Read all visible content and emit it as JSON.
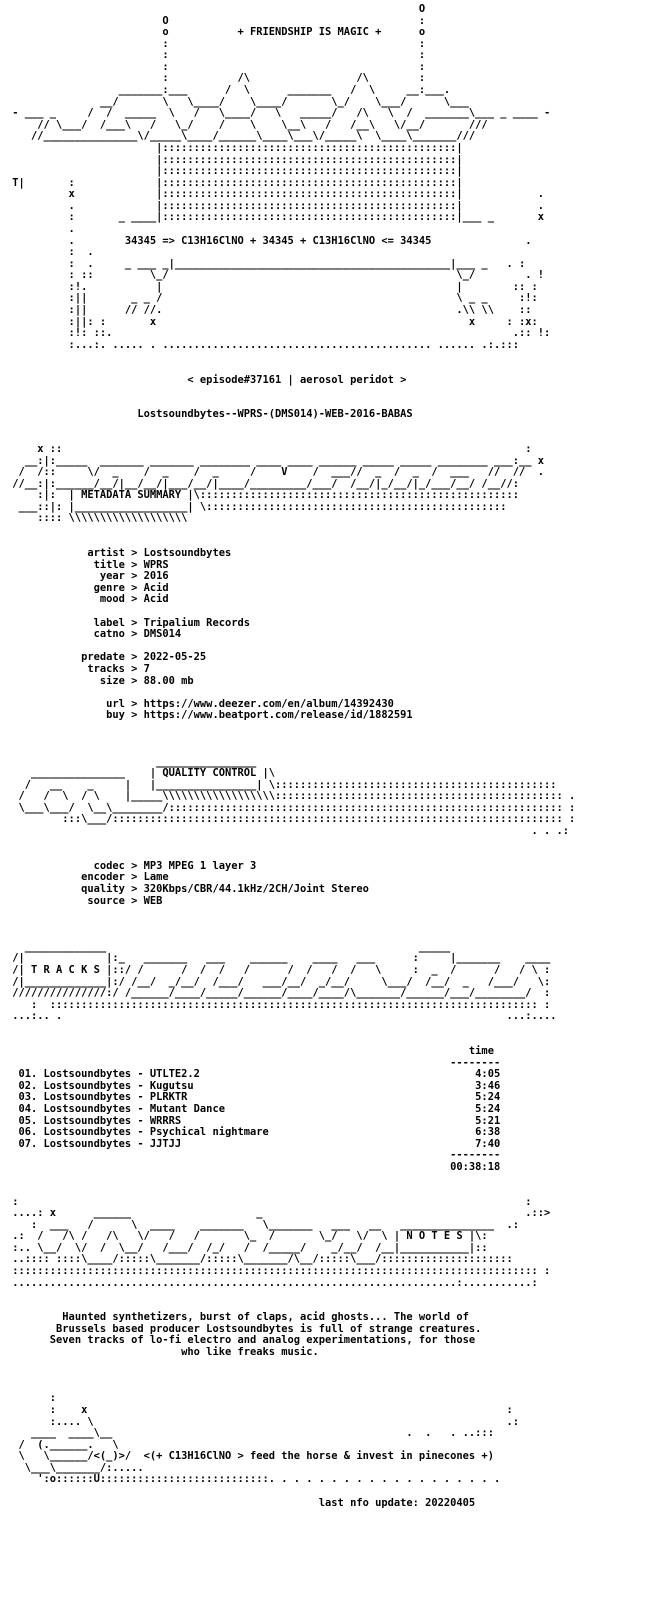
{
  "nfo": {
    "lines": [
      "                                                                  O",
      "                         O                                        :",
      "                         o           + FRIENDSHIP IS MAGIC +      o",
      "                         :                                        :",
      "                         :                                        :",
      "                         :                                        :",
      "                         :           /\\                 /\\        :",
      "                  _______:___      /  \\      _______   /  \\     __:___.",
      "               __/       \\   \\____/    \\____/       \\_/    \\___/      \\___",
      " - ___ _     /  /  _____  \\   /   \\____/   \\   _____/   /\\   \\  /  _______\\___ _ ____ -",
      "     // \\___/  /___\\   /   \\_/    /    \\    \\__\\   /   /__\\   \\/__/       ///",
      "    //_______________\\/_____\\____/______\\____\\___\\/_____\\  \\____\\_______///",
      "                        |:::::::::::::::::::::::::::::::::::::::::::::::|",
      "                        |:::::::::::::::::::::::::::::::::::::::::::::::|",
      "                        |:::::::::::::::::::::::::::::::::::::::::::::::|",
      " T|       :             |:::::::::::::::::::::::::::::::::::::::::::::::|",
      "          x             |:::::::::::::::::::::::::::::::::::::::::::::::|            .",
      "          .             |:::::::::::::::::::::::::::::::::::::::::::::::|            .",
      "          :       _ ____|:::::::::::::::::::::::::::::::::::::::::::::::|___ _       x",
      "          .",
      "          .        34345 => C13H16ClNO + 34345 + C13H16ClNO <= 34345               .",
      "          :  .",
      "          :  .     _ ___ _|____________________________________________|___ _   . :",
      "          : ::         \\_/                                              \\_/        . !",
      "          :!.           |                                               |        :: :",
      "          :||       _ _ /                                               \\ _ _     :!:",
      "          :||      // //.                                               .\\\\ \\\\    ::",
      "          :||: :       x                                                  x     : :x:",
      "          :!: ::.                                                                .:: !:",
      "          :...:. ..... . ........................................... ...... .:.:::",
      "",
      "",
      "                             < episode#37161 | aerosol peridot >",
      "",
      "",
      "                     Lostsoundbytes--WPRS-(DMS014)-WEB-2016-BABAS",
      "",
      "",
      "     x ::                                                                          :",
      "   __:|:_____  _______ _______ ________ ____ ____ ______ _____ _____ ________ ___:__ x",
      "  /  /::     \\/  _    /  _    /  _     /    V    /  ___//  _  /  _  /  ___   //  //  .",
      " //__:|:______/__/|__/__/|___/__/|____/_________/___/  /__/|_/__/|_/___/__/ /__//:",
      "     :|:  | METADATA SUMMARY |\\:::::::::::::::::::::::::::::::::::::::::::::::::::",
      "  ___::|: |__________________| \\::::::::::::::::::::::::::::::::::::::::::::::::",
      "     :::: \\\\\\\\\\\\\\\\\\\\\\\\\\\\\\\\\\\\\\",
      "",
      "",
      "             artist > Lostsoundbytes",
      "              title > WPRS",
      "               year > 2016",
      "              genre > Acid",
      "               mood > Acid",
      "",
      "              label > Tripalium Records",
      "              catno > DMS014",
      "",
      "            predate > 2022-05-25",
      "             tracks > 7",
      "               size > 88.00 mb",
      "",
      "                url > https://www.deezer.com/en/album/14392430",
      "                buy > https://www.beatport.com/release/id/1882591",
      "",
      "",
      "",
      "                        ________________",
      "    _______________    | QUALITY CONTROL |\\",
      "   /   __    _     |   |________________| \\:::::::::::::::::::::::::::::::::::::::::::::",
      "  /   /  \\  / \\    |_____\\\\\\\\\\\\\\\\\\\\\\\\\\\\\\\\\\\\:::::::::::::::::::::::::::::::::::::::::::::: .",
      "  \\___\\___/  \\__\\________/::::::::::::::::::::::::::::::::::::::::::::::::::::::::::::::: :",
      "         :::\\___/:::::::::::::::::::::::::::::::::::::::::::::::::::::::::::::::::::::::: :",
      "                                                                                    . . .:",
      "",
      "",
      "              codec > MP3 MPEG 1 layer 3",
      "            encoder > Lame",
      "            quality > 320Kbps/CBR/44.1kHz/2CH/Joint Stereo",
      "             source > WEB",
      "",
      "",
      "",
      "   _____________                                                  _____",
      " /|             |:_   _______   ___    ______    ____   ___      :     |_______    ____",
      " /| T R A C K S |::/ /      /  /  /   /      /  /   /  /   \\     :  _  /      /   / \\ :",
      " /|_____________|:/ /__/  _/__/  /___/   ___/__/  _/__/     \\___/  /__/  _   /___/   \\:",
      " ///////////////:/ /______/____/_____/______/____/____/\\_______/______/___/________/  :",
      "    :  :::::::::::::::::::::::::::::::::::::::::::::::::::::::::::::::::::::::::::::: :",
      " ...:.. .                                                                       ...:....",
      "",
      "",
      "                                                                          time",
      "                                                                       --------",
      "  01. Lostsoundbytes - UTLTE2.2                                            4:05",
      "  02. Lostsoundbytes - Kugutsu                                             3:46",
      "  03. Lostsoundbytes - PLRKTR                                              5:24",
      "  04. Lostsoundbytes - Mutant Dance                                        5:24",
      "  05. Lostsoundbytes - WRRRS                                               5:21",
      "  06. Lostsoundbytes - Psychical nightmare                                 6:38",
      "  07. Lostsoundbytes - JJTJJ                                               7:40",
      "                                                                       --------",
      "                                                                       00:38:18",
      "",
      "",
      " :                                                                                 :",
      " ....: x      ______                    _                                          .::>",
      "    :  ___   /      \\  ____    _______   \\_______   ___   __   _______________  .:",
      " .:  /   /\\ /   /\\   \\/   /   /       \\_  /       \\_/   \\/  \\ | N O T E S |\\:",
      " :.. \\__/  \\/  /  \\__/   /___/  /_/   /  /_____/    _/__/  /__|___________|::",
      " ..:::: ::::\\____/:::::\\_______/:::::\\_______/\\__/:::::\\___/:::::::::::::::::::::",
      " :::::::::::::::::::::::::::::::::::::::::::::::::::::::::::::::::::::::::::::::::::: :",
      " .......................................................................:...........:",
      "",
      "",
      "         Haunted synthetizers, burst of claps, acid ghosts... The world of",
      "        Brussels based producer Lostsoundbytes is full of strange creatures.",
      "       Seven tracks of lo-fi electro and analog experimentations, for those",
      "                            who like freaks music.",
      "",
      "",
      "",
      "       :",
      "       :    x                                                                   :",
      "       :.... \\                                                                  .:",
      "    ____  ____\\__                                               .  .   . ..:::",
      "  /  (.______.   \\",
      "  \\   \\______/<(_)>/  <(+ C13H16ClNO > feed the horse & invest in pinecones +)",
      "   \\___\\_______/:.....",
      "     ':o::::::U:::::::::::::::::::::::::::. . . . . . . . . . . . . . . . . . .",
      "",
      "                                                  last nfo update: 20220405"
    ]
  },
  "header": {
    "motto": "+ FRIENDSHIP IS MAGIC +",
    "formula": "34345 => C13H16ClNO + 34345 + C13H16ClNO <= 34345"
  },
  "episode": "< episode#37161 | aerosol peridot >",
  "release_name": "Lostsoundbytes--WPRS-(DMS014)-WEB-2016-BABAS",
  "sections": {
    "metadata": "METADATA SUMMARY",
    "quality": "QUALITY CONTROL",
    "tracks": "T R A C K S",
    "notes": "N O T E S"
  },
  "metadata": {
    "artist": "Lostsoundbytes",
    "title": "WPRS",
    "year": "2016",
    "genre": "Acid",
    "mood": "Acid",
    "label": "Tripalium Records",
    "catno": "DMS014",
    "predate": "2022-05-25",
    "tracks": "7",
    "size": "88.00 mb",
    "url": "https://www.deezer.com/en/album/14392430",
    "buy": "https://www.beatport.com/release/id/1882591"
  },
  "quality": {
    "codec": "MP3 MPEG 1 layer 3",
    "encoder": "Lame",
    "quality": "320Kbps/CBR/44.1kHz/2CH/Joint Stereo",
    "source": "WEB"
  },
  "tracklist": {
    "header": "time",
    "items": [
      {
        "no": "01.",
        "artist": "Lostsoundbytes",
        "title": "UTLTE2.2",
        "time": "4:05"
      },
      {
        "no": "02.",
        "artist": "Lostsoundbytes",
        "title": "Kugutsu",
        "time": "3:46"
      },
      {
        "no": "03.",
        "artist": "Lostsoundbytes",
        "title": "PLRKTR",
        "time": "5:24"
      },
      {
        "no": "04.",
        "artist": "Lostsoundbytes",
        "title": "Mutant Dance",
        "time": "5:24"
      },
      {
        "no": "05.",
        "artist": "Lostsoundbytes",
        "title": "WRRRS",
        "time": "5:21"
      },
      {
        "no": "06.",
        "artist": "Lostsoundbytes",
        "title": "Psychical nightmare",
        "time": "6:38"
      },
      {
        "no": "07.",
        "artist": "Lostsoundbytes",
        "title": "JJTJJ",
        "time": "7:40"
      }
    ],
    "total": "00:38:18"
  },
  "notes": [
    "Haunted synthetizers, burst of claps, acid ghosts... The world of",
    "Brussels based producer Lostsoundbytes is full of strange creatures.",
    "Seven tracks of lo-fi electro and analog experimentations, for those",
    "who like freaks music."
  ],
  "footer": {
    "slogan": "<(+ C13H16ClNO > feed the horse & invest in pinecones +)",
    "update": "last nfo update: 20220405"
  },
  "colors": {
    "background": "#ffffff",
    "text": "#000000"
  }
}
